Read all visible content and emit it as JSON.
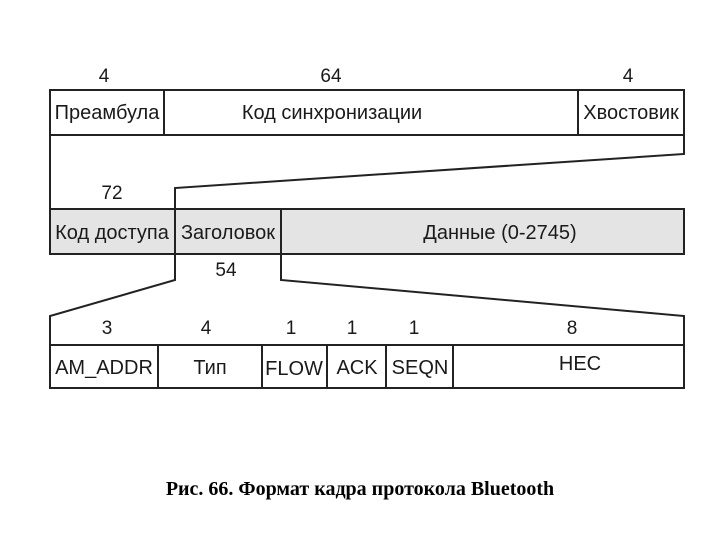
{
  "row1": {
    "bits": [
      "4",
      "64",
      "4"
    ],
    "fields": [
      "Преамбула",
      "Код синхронизации",
      "Хвостовик"
    ]
  },
  "row2": {
    "bits_access": "72",
    "bits_header": "54",
    "fields": [
      "Код доступа",
      "Заголовок",
      "Данные (0-2745)"
    ]
  },
  "row3": {
    "bits": [
      "3",
      "4",
      "1",
      "1",
      "1",
      "8"
    ],
    "fields": [
      "AM_ADDR",
      "Тип",
      "FLOW",
      "ACK",
      "SEQN",
      "HEC"
    ]
  },
  "caption": "Рис. 66. Формат кадра протокола Bluetooth",
  "colors": {
    "shaded_row": "#e4e4e4",
    "line": "#222222"
  }
}
